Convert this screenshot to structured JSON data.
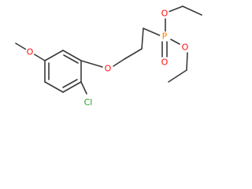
{
  "molecule": {
    "colors": {
      "bond": "#3a3a3a",
      "O": "#ff0d0d",
      "P": "#ff8000",
      "Cl": "#1fa01f",
      "background": "#ffffff"
    },
    "atoms": {
      "methoxy_oxygen": {
        "symbol": "O"
      },
      "ether_oxygen": {
        "symbol": "O"
      },
      "chlorine": {
        "symbol": "Cl"
      },
      "phosphorus": {
        "symbol": "P"
      },
      "phosphoryl_oxygen": {
        "symbol": "O"
      },
      "ethoxy_oxygen_upper": {
        "symbol": "O"
      },
      "ethoxy_oxygen_lower": {
        "symbol": "O"
      }
    }
  }
}
